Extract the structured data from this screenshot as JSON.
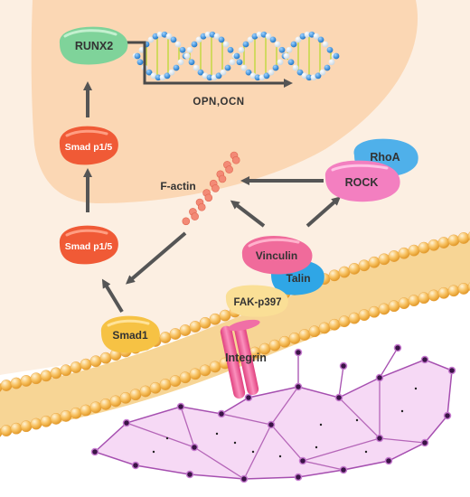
{
  "labels": {
    "runx2": "RUNX2",
    "opn_ocn": "OPN,OCN",
    "smad_p15_top": "Smad p1/5",
    "smad_p15_bottom": "Smad p1/5",
    "f_actin": "F-actin",
    "rhoa": "RhoA",
    "rock": "ROCK",
    "vinculin": "Vinculin",
    "talin": "Talin",
    "fak": "FAK-p397",
    "smad1": "Smad1",
    "integrin": "Integrin"
  },
  "colors": {
    "cytoplasm": "#fcefe2",
    "nucleus": "#fbd7b4",
    "runx2": "#7fd39a",
    "smad_p": "#f05a36",
    "smad1": "#f6c244",
    "fak": "#fadf96",
    "rhoa": "#4fb0ea",
    "rock": "#f37fc0",
    "vinculin": "#f06b9b",
    "talin": "#2fa6e6",
    "integrin": "#f0609c",
    "actin": "#f38a76",
    "arrow": "#555555",
    "membrane": "#f6b34a",
    "ecm": "#f2c5ef"
  }
}
